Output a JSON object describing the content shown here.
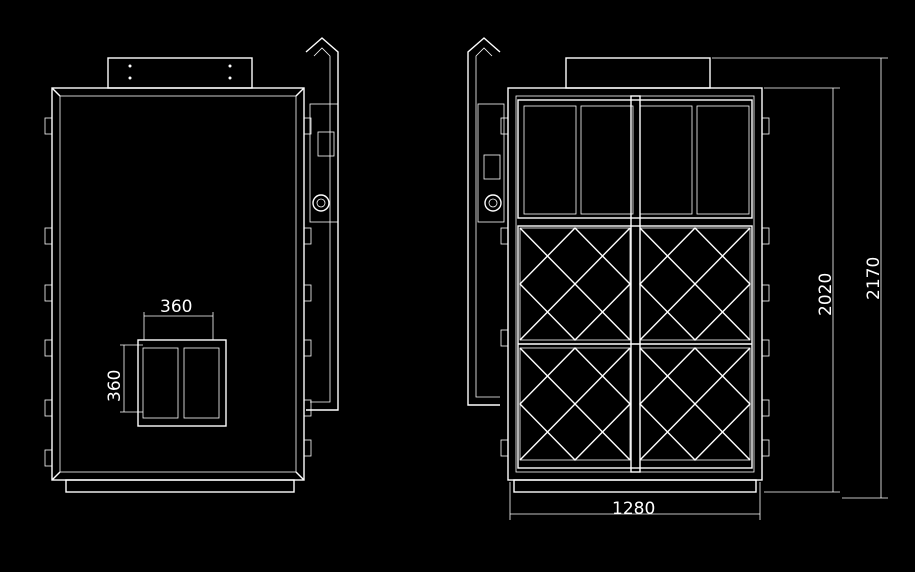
{
  "drawing": {
    "background": "#000000",
    "line_color": "#ffffff"
  },
  "dimensions": {
    "inlet_width": "360",
    "inlet_height": "360",
    "overall_width": "1280",
    "inner_height": "2020",
    "overall_height": "2170"
  }
}
